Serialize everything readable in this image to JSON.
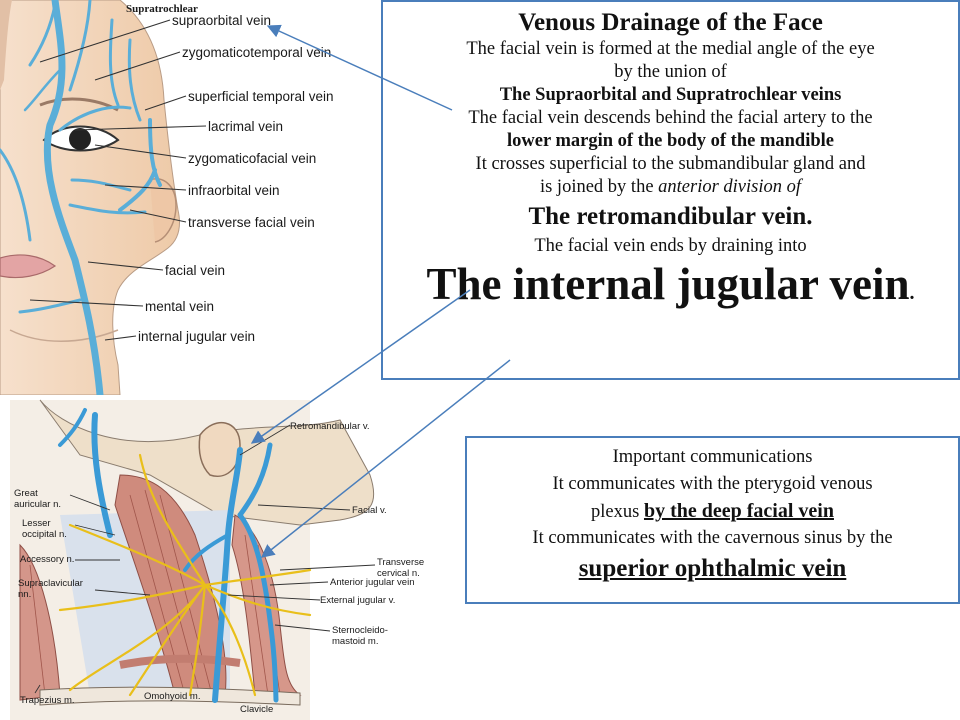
{
  "face_figure": {
    "corner_label": "Supratrochlear",
    "labels": [
      "supraorbital vein",
      "zygomaticotemporal vein",
      "superficial temporal vein",
      "lacrimal vein",
      "zygomaticofacial vein",
      "infraorbital vein",
      "transverse facial vein",
      "facial vein",
      "mental vein",
      "internal jugular vein"
    ]
  },
  "neck_figure": {
    "labels_right": [
      "Retromandibular v.",
      "Facial v.",
      "Transverse\ncervical n.",
      "Anterior jugular vein",
      "External jugular v.",
      "Sternocleido-\nmastoid m."
    ],
    "labels_left": [
      "Great\nauricular n.",
      "Lesser\noccipital n.",
      "Accessory n.",
      "Supraclavicular\nnn.",
      "Trapezius m."
    ],
    "labels_bottom": [
      "Omohyoid m.",
      "Clavicle"
    ]
  },
  "main_box": {
    "title": "Venous Drainage of the Face",
    "line1": "The facial vein is formed at the medial angle of the eye",
    "line2": "by the union of",
    "line3": "The Supraorbital and Supratrochlear veins",
    "line4": "The facial vein descends behind the facial artery to the",
    "line5": "lower margin of the body of the mandible",
    "line6": "It crosses superficial to the submandibular gland and",
    "line7_a": "is joined by the ",
    "line7_b": "anterior division of",
    "line8": "The retromandibular vein.",
    "line9": "The facial vein ends by draining into",
    "line10": "The internal jugular vein",
    "line10_end": "."
  },
  "comm_box": {
    "title": "Important communications",
    "line1": "It communicates with the pterygoid venous",
    "line2_a": "plexus ",
    "line2_b": "by the deep facial vein",
    "line3": "It communicates with the cavernous sinus by the",
    "line4": "superior ophthalmic vein"
  },
  "colors": {
    "vein": "#5aaed8",
    "skin": "#f2d5bd",
    "muscle": "#c97f72",
    "nerve": "#f0c419",
    "box_border": "#4a7ebb",
    "arrow": "#4a7ebb"
  }
}
